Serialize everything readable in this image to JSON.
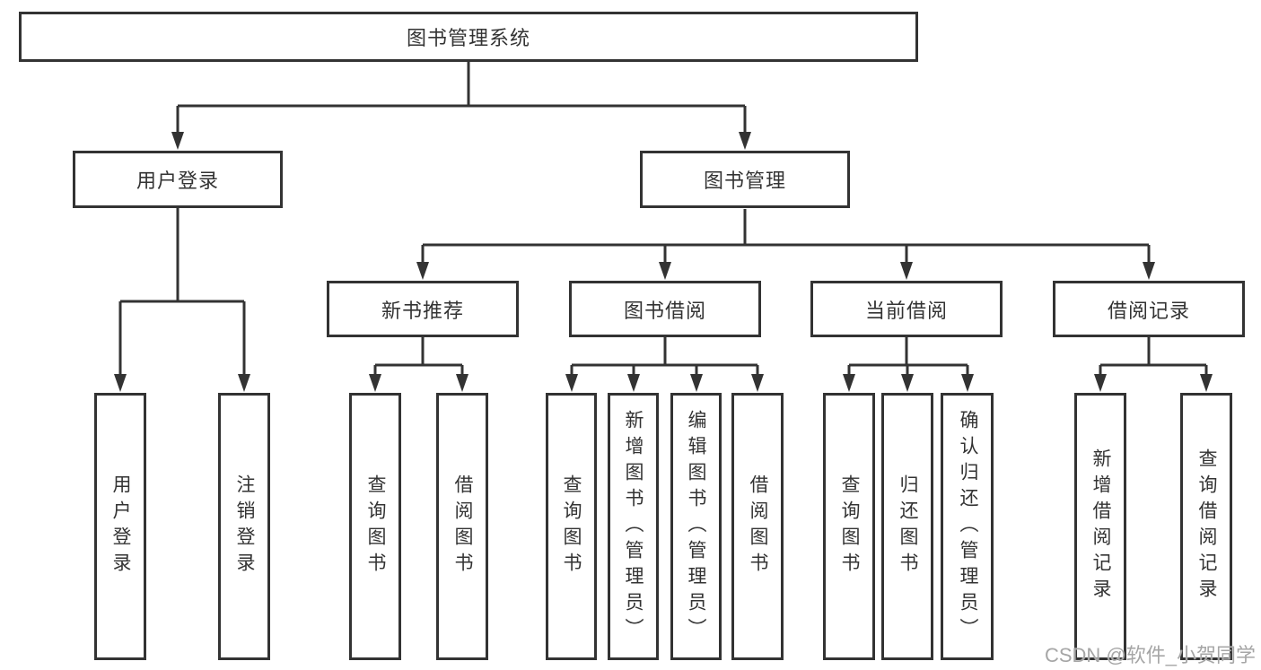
{
  "diagram": {
    "title": "图书管理系统",
    "root": {
      "label": "图书管理系统"
    },
    "branches": [
      {
        "label": "用户登录",
        "leaves": [
          {
            "label": "用户登录"
          },
          {
            "label": "注销登录"
          }
        ]
      },
      {
        "label": "图书管理",
        "groups": [
          {
            "label": "新书推荐",
            "leaves": [
              {
                "label": "查询图书"
              },
              {
                "label": "借阅图书"
              }
            ]
          },
          {
            "label": "图书借阅",
            "leaves": [
              {
                "label": "查询图书"
              },
              {
                "label": "新增图书（管理员）"
              },
              {
                "label": "编辑图书（管理员）"
              },
              {
                "label": "借阅图书"
              }
            ]
          },
          {
            "label": "当前借阅",
            "leaves": [
              {
                "label": "查询图书"
              },
              {
                "label": "归还图书"
              },
              {
                "label": "确认归还（管理员）"
              }
            ]
          },
          {
            "label": "借阅记录",
            "leaves": [
              {
                "label": "新增借阅记录"
              },
              {
                "label": "查询借阅记录"
              }
            ]
          }
        ]
      }
    ],
    "colors": {
      "line": "#333333",
      "box_background": "#ffffff",
      "watermark": "#a6a6a6"
    }
  },
  "watermark": {
    "text": "CSDN @软件_小贺同学"
  }
}
